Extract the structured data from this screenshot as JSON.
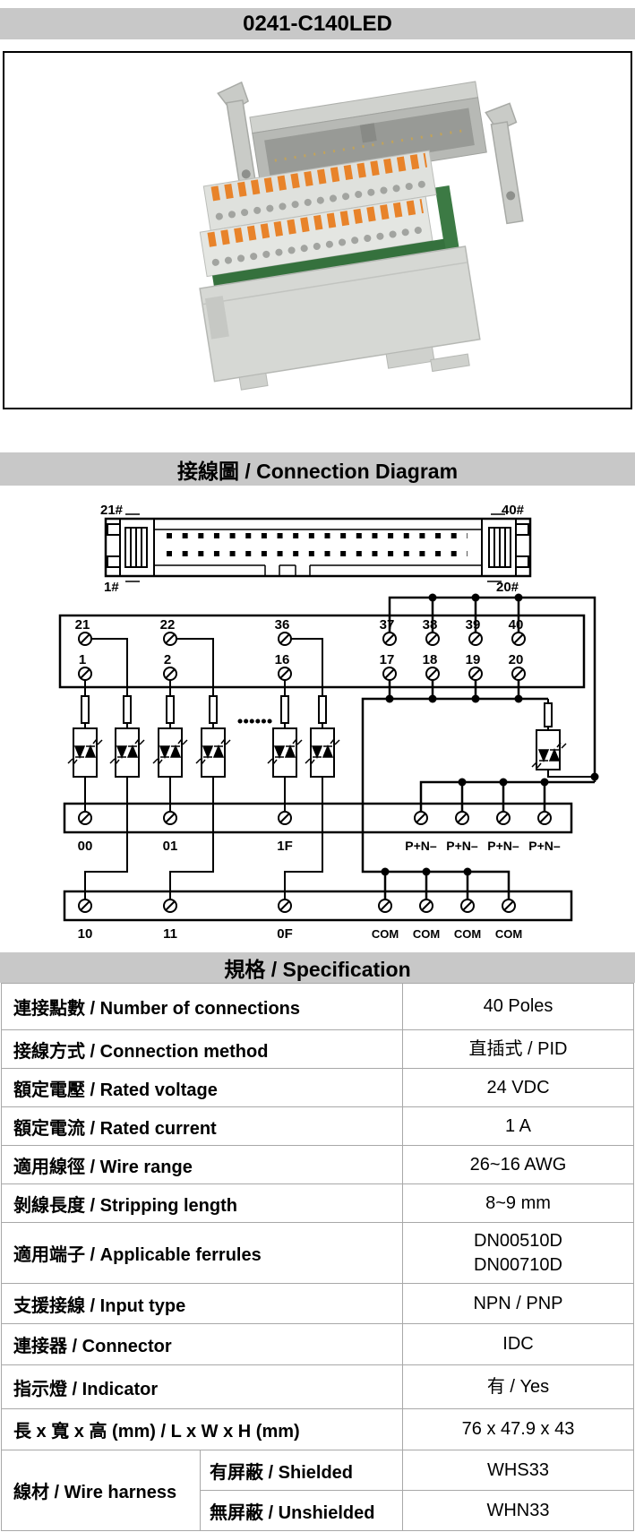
{
  "title": "0241-C140LED",
  "sections": {
    "connection_diagram": {
      "heading": "接線圖 / Connection Diagram"
    },
    "specification": {
      "heading": "規格 / Specification"
    }
  },
  "connector": {
    "top_left": "21#",
    "top_right": "40#",
    "bottom_left": "1#",
    "bottom_right": "20#"
  },
  "schematic": {
    "top_terminals": [
      "21",
      "22",
      "36",
      "37",
      "38",
      "39",
      "40"
    ],
    "bottom_terminals": [
      "1",
      "2",
      "16",
      "17",
      "18",
      "19",
      "20"
    ],
    "ellipsis": "......",
    "upper_strip": [
      "00",
      "01",
      "1F",
      "P+N–",
      "P+N–",
      "P+N–",
      "P+N–"
    ],
    "lower_strip": [
      "10",
      "11",
      "0F",
      "COM",
      "COM",
      "COM",
      "COM"
    ]
  },
  "spec_table": {
    "rows": [
      {
        "label": "連接點數 / Number of connections",
        "value": "40 Poles"
      },
      {
        "label": "接線方式 / Connection method",
        "value": "直插式 / PID"
      },
      {
        "label": "額定電壓 / Rated voltage",
        "value": "24 VDC"
      },
      {
        "label": "額定電流 / Rated current",
        "value": "1 A"
      },
      {
        "label": "適用線徑 / Wire range",
        "value": "26~16 AWG"
      },
      {
        "label": "剝線長度 / Stripping length",
        "value": "8~9 mm"
      },
      {
        "label": "適用端子 / Applicable ferrules",
        "value_lines": [
          "DN00510D",
          "DN00710D"
        ]
      },
      {
        "label": "支援接線 / Input type",
        "value": "NPN / PNP"
      },
      {
        "label": "連接器 / Connector",
        "value": "IDC"
      },
      {
        "label": "指示燈 / Indicator",
        "value": "有 / Yes"
      },
      {
        "label": "長 x 寬 x 高 (mm) / L x W x H (mm)",
        "value": "76 x 47.9 x 43"
      }
    ],
    "harness": {
      "label": "線材 / Wire harness",
      "rows": [
        {
          "label": "有屏蔽 / Shielded",
          "value": "WHS33"
        },
        {
          "label": "無屏蔽 / Unshielded",
          "value": "WHN33"
        }
      ]
    }
  },
  "colors": {
    "header_bar": "#c8c8c8",
    "table_border": "#a8a8a8",
    "lever_orange": "#e8832a",
    "pcb_green": "#35713d"
  }
}
